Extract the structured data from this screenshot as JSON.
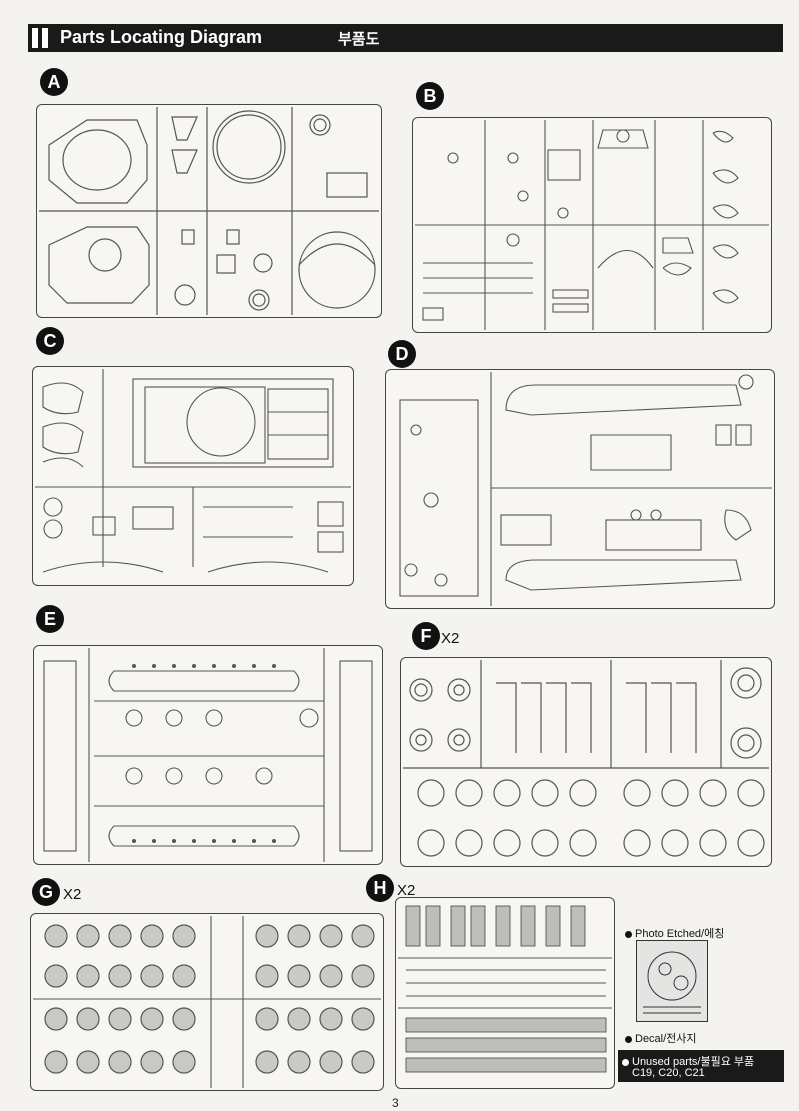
{
  "header": {
    "title": "Parts Locating Diagram",
    "title_ko": "부품도"
  },
  "sprues": [
    {
      "id": "A",
      "badge": "A",
      "multiplier": ""
    },
    {
      "id": "B",
      "badge": "B",
      "multiplier": ""
    },
    {
      "id": "C",
      "badge": "C",
      "multiplier": ""
    },
    {
      "id": "D",
      "badge": "D",
      "multiplier": ""
    },
    {
      "id": "E",
      "badge": "E",
      "multiplier": ""
    },
    {
      "id": "F",
      "badge": "F",
      "multiplier": "X2"
    },
    {
      "id": "G",
      "badge": "G",
      "multiplier": "X2"
    },
    {
      "id": "H",
      "badge": "H",
      "multiplier": "X2"
    }
  ],
  "legend": {
    "photo_etched": "Photo Etched/에칭",
    "decal": "Decal/전사지",
    "unused_label": "Unused parts/불필요 부품",
    "unused_parts": "C19, C20, C21"
  },
  "page_number": "3",
  "colors": {
    "header_bg": "#1a1a1a",
    "badge_bg": "#111111",
    "line": "#444444"
  }
}
